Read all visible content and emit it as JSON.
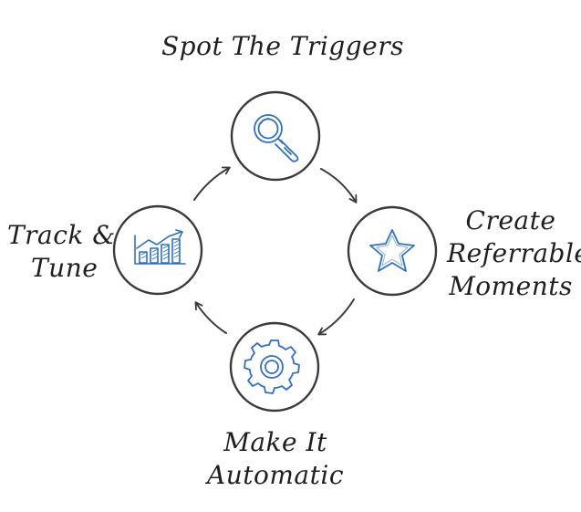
{
  "diagram": {
    "steps": [
      {
        "id": "spot",
        "label_lines": [
          "Spot The Triggers"
        ],
        "icon": "magnifier-icon"
      },
      {
        "id": "create",
        "label_lines": [
          "Create",
          "Referrable",
          "Moments"
        ],
        "icon": "star-icon"
      },
      {
        "id": "automate",
        "label_lines": [
          "Make It",
          "Automatic"
        ],
        "icon": "gear-icon"
      },
      {
        "id": "track",
        "label_lines": [
          "Track &",
          "Tune"
        ],
        "icon": "growth-chart-icon"
      }
    ],
    "colors": {
      "circle_stroke": "#3a3a3a",
      "arrow": "#3a3a3a",
      "icon": "#2f6fc4",
      "text": "#1f1f1f"
    }
  }
}
